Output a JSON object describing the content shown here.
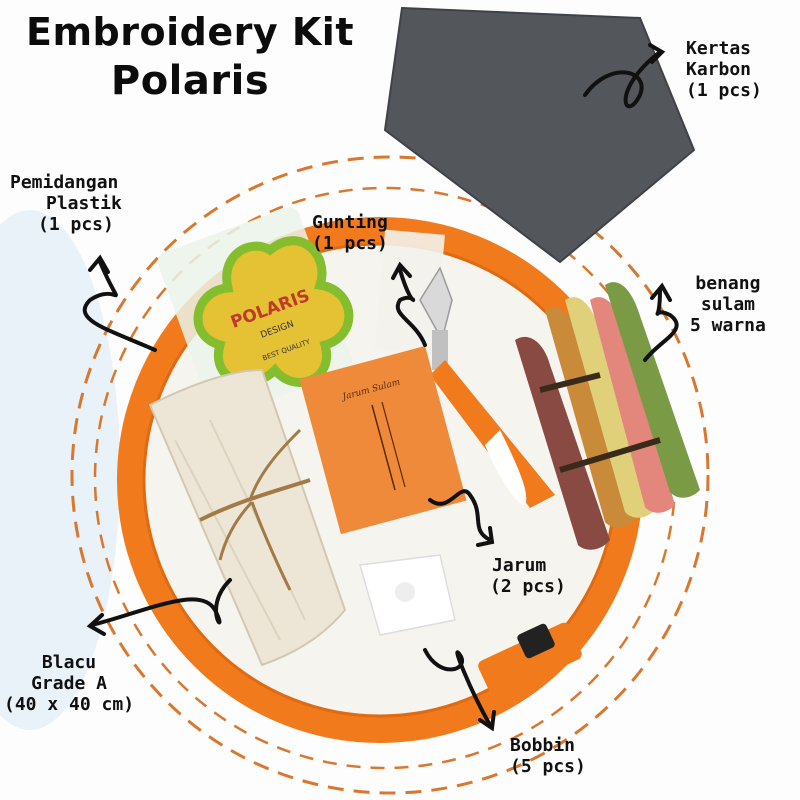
{
  "title": {
    "line1": "Embroidery Kit",
    "line2": "Polaris"
  },
  "labels": {
    "kertas_karbon": [
      "Kertas",
      "Karbon",
      "(1 pcs)"
    ],
    "pemidangan": [
      "Pemidangan",
      "Plastik",
      "(1 pcs)"
    ],
    "gunting": [
      "Gunting",
      "(1 pcs)"
    ],
    "benang": [
      "benang",
      "sulam",
      "5 warna"
    ],
    "jarum": [
      "Jarum",
      "(2 pcs)"
    ],
    "blacu": [
      "Blacu",
      "Grade A",
      "(40 x 40 cm)"
    ],
    "bobbin": [
      "Bobbin",
      "(5 pcs)"
    ]
  },
  "package": {
    "brand": "POLARIS",
    "sub": "DESIGN",
    "tag": "BEST QUALITY"
  },
  "needle_card": {
    "title": "Jarum Sulam"
  },
  "colors": {
    "hoop": "#f07a1c",
    "dashed_ring": "#d9772e",
    "felt": "#55595e",
    "fabric": "#ede6d6",
    "twine": "#a17a45",
    "threads": [
      "#8a4a44",
      "#c98a3a",
      "#e0d07a",
      "#e3867c",
      "#7a9a45"
    ]
  }
}
